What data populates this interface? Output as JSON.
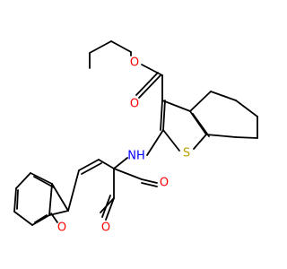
{
  "molecule": {
    "atoms": [
      {
        "id": "o-ester-alkoxy",
        "symbol": "O",
        "color": "#ff0000"
      },
      {
        "id": "o-ester-carbonyl",
        "symbol": "O",
        "color": "#ff0000"
      },
      {
        "id": "n-amide",
        "symbol": "NH",
        "color": "#0000ff"
      },
      {
        "id": "s-thiophene",
        "symbol": "S",
        "color": "#b8a000"
      },
      {
        "id": "o-amide-carbonyl",
        "symbol": "O",
        "color": "#ff0000"
      },
      {
        "id": "o-ring",
        "symbol": "O",
        "color": "#ff0000"
      },
      {
        "id": "o-lactone-carbonyl",
        "symbol": "O",
        "color": "#ff0000"
      }
    ],
    "bond_color": "#000000"
  }
}
